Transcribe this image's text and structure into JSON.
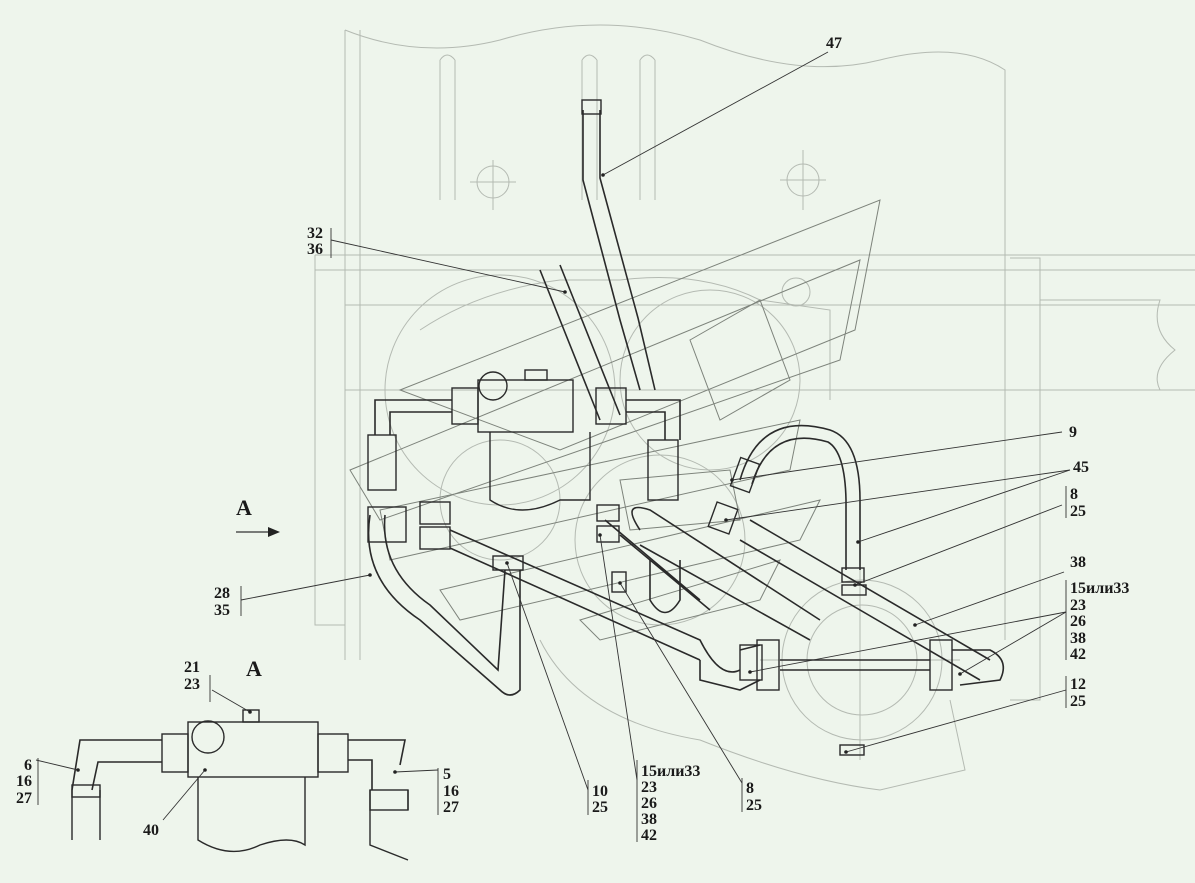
{
  "view_marker": "A",
  "view_label": "A",
  "callouts": {
    "c47": [
      "47"
    ],
    "c32": [
      "32",
      "36"
    ],
    "c9": [
      "9"
    ],
    "c45": [
      "45"
    ],
    "c8a": [
      "8",
      "25"
    ],
    "c38": [
      "38"
    ],
    "c15a": [
      "15или33",
      "23",
      "26",
      "38",
      "42"
    ],
    "c12": [
      "12",
      "25"
    ],
    "c28": [
      "28",
      "35"
    ],
    "c21": [
      "21",
      "23"
    ],
    "c6": [
      "6",
      "16",
      "27"
    ],
    "c40": [
      "40"
    ],
    "c5": [
      "5",
      "16",
      "27"
    ],
    "c10": [
      "10",
      "25"
    ],
    "c15b": [
      "15или33",
      "23",
      "26",
      "38",
      "42"
    ],
    "c8b": [
      "8",
      "25"
    ]
  }
}
